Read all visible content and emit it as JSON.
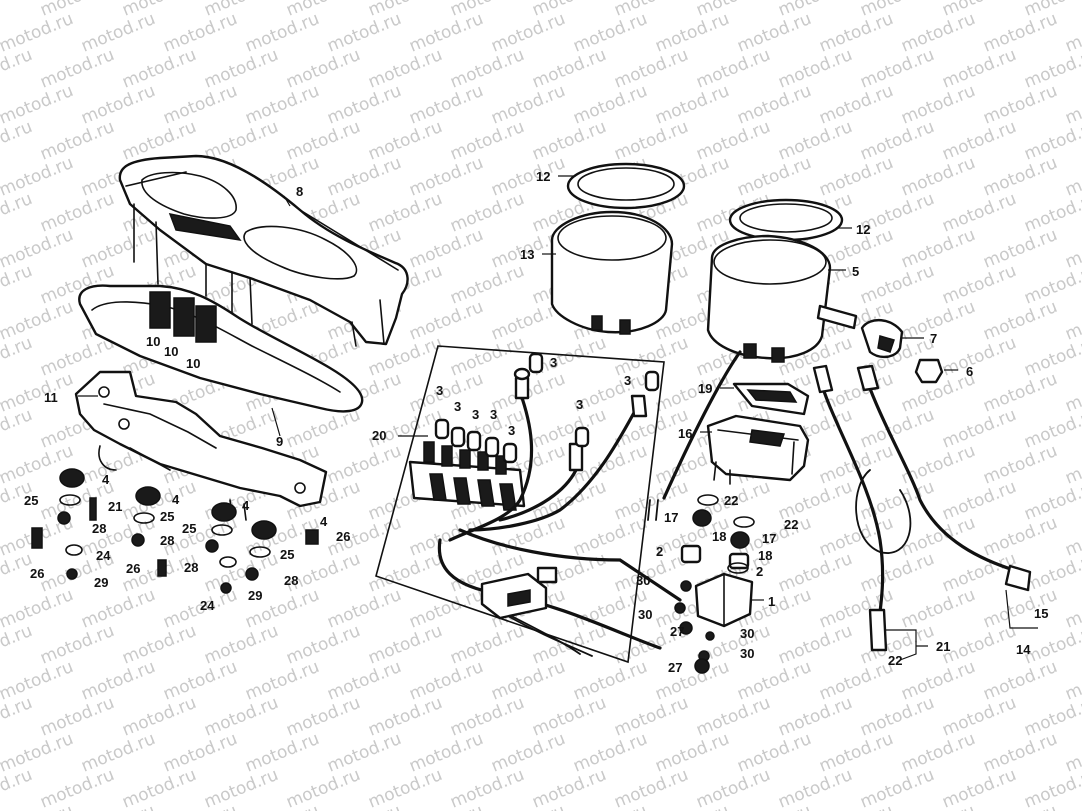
{
  "watermark": {
    "text": "motod.ru",
    "color": "#c9c9c9"
  },
  "callouts": {
    "c1": "1",
    "c2a": "2",
    "c2b": "2",
    "c3a": "3",
    "c3b": "3",
    "c3c": "3",
    "c3d": "3",
    "c3e": "3",
    "c3f": "3",
    "c3g": "3",
    "c3h": "3",
    "c4a": "4",
    "c4b": "4",
    "c4c": "4",
    "c4d": "4",
    "c5": "5",
    "c6": "6",
    "c7": "7",
    "c8": "8",
    "c9": "9",
    "c10a": "10",
    "c10b": "10",
    "c10c": "10",
    "c11": "11",
    "c12a": "12",
    "c12b": "12",
    "c13": "13",
    "c14": "14",
    "c15": "15",
    "c16": "16",
    "c17a": "17",
    "c17b": "17",
    "c18a": "18",
    "c18b": "18",
    "c19": "19",
    "c20": "20",
    "c21a": "21",
    "c21b": "21",
    "c22a": "22",
    "c22b": "22",
    "c22c": "22",
    "c24a": "24",
    "c24b": "24",
    "c25a": "25",
    "c25b": "25",
    "c25c": "25",
    "c25d": "25",
    "c26a": "26",
    "c26b": "26",
    "c26c": "26",
    "c27a": "27",
    "c27b": "27",
    "c28a": "28",
    "c28b": "28",
    "c28c": "28",
    "c28d": "28",
    "c29a": "29",
    "c29b": "29",
    "c30a": "30",
    "c30b": "30",
    "c30c": "30",
    "c30d": "30"
  }
}
